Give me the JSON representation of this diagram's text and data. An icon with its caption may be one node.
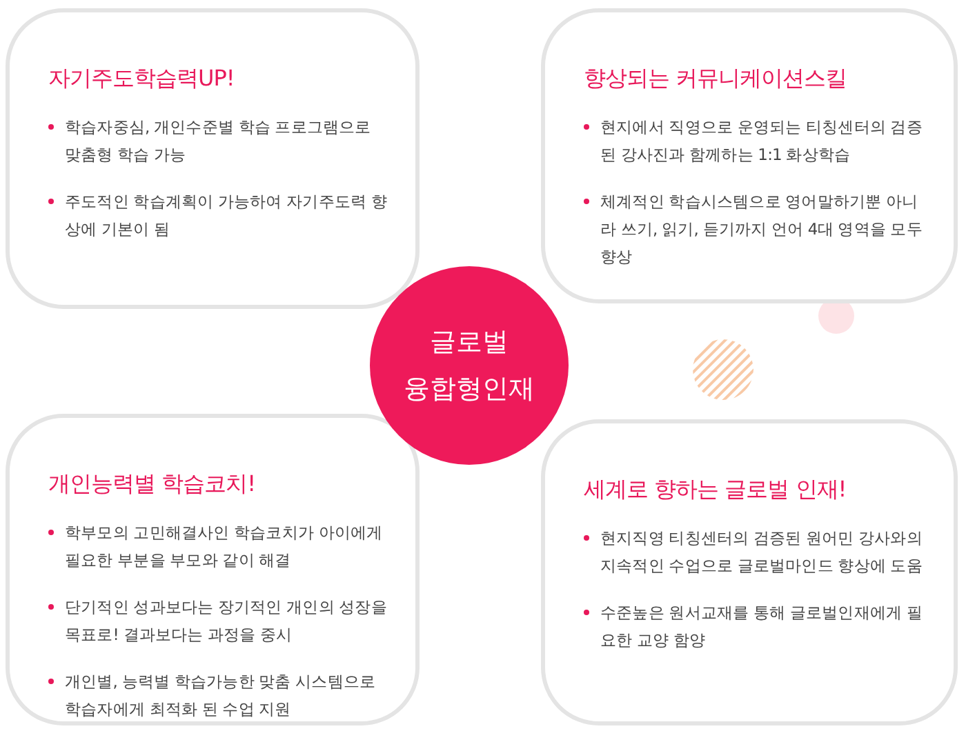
{
  "diagram": {
    "nodes": [
      {
        "text": [
          "자기주도학습력UP!",
          "학습자중심, 개인수준별 학습 프로그램으로 맞춤형 학습 가능",
          "주도적인 학습계획이 가능하여 자기주도력 향상에 기본이 됨"
        ]
      },
      {
        "text": [
          "향상되는 커뮤니케이션스킬",
          "현지에서 직영으로 운영되는 티칭센터의 검증된 강사진과 함께하는 1:1 화상학습",
          "체계적인 학습시스템으로 영어말하기뿐 아니라 쓰기, 읽기, 듣기까지 언어 4대 영역을 모두 향상"
        ]
      },
      {
        "text": [
          "글로벌 융합형인재"
        ]
      },
      {
        "text": [
          "개인능력별 학습코치!",
          "학부모의 고민해결사인 학습코치가 아이에게 필요한 부분을 부모와 같이 해결",
          "단기적인 성과보다는 장기적인 개인의 성장을 목표로! 결과보다는 과정을 중시",
          "개인별, 능력별 학습가능한 맞춤 시스템으로 학습자에게 최적화 된 수업 지원"
        ]
      },
      {
        "text": [
          "세계로 향하는 글로벌 인재!",
          "현지직영 티칭센터의 검증된 원어민 강사와의 지속적인 수업으로 글로벌마인드 향상에 도움",
          "수준높은 원서교재를 통해 글로벌인재에게 필요한 교양 함양"
        ]
      }
    ]
  }
}
